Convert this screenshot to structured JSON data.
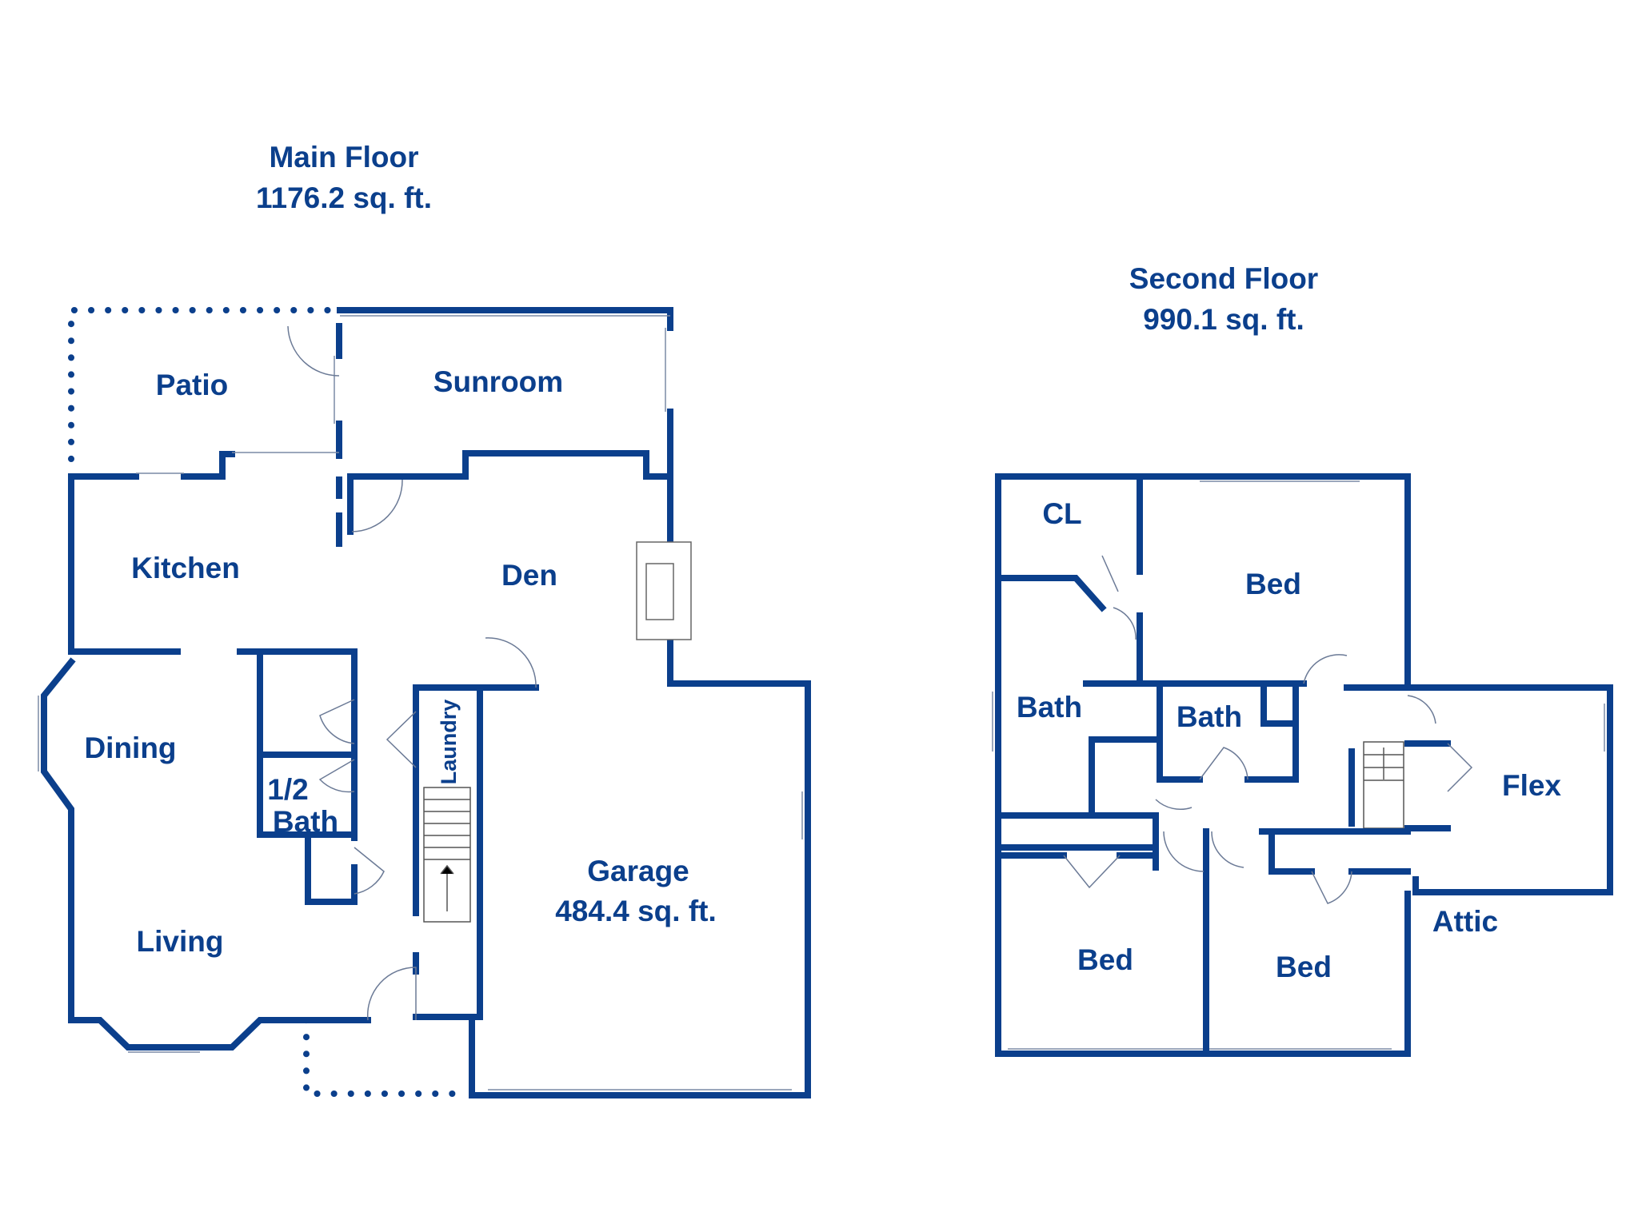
{
  "main_floor": {
    "title": "Main Floor",
    "area": "1176.2 sq. ft.",
    "rooms": {
      "patio": "Patio",
      "sunroom": "Sunroom",
      "kitchen": "Kitchen",
      "den": "Den",
      "dining": "Dining",
      "half_bath_line1": "1/2",
      "half_bath_line2": "Bath",
      "laundry": "Laundry",
      "living": "Living",
      "garage": "Garage",
      "garage_area": "484.4 sq. ft."
    }
  },
  "second_floor": {
    "title": "Second Floor",
    "area": "990.1 sq. ft.",
    "rooms": {
      "closet": "CL",
      "bed_top": "Bed",
      "bath_left": "Bath",
      "bath_center": "Bath",
      "flex": "Flex",
      "attic": "Attic",
      "bed_bottom_left": "Bed",
      "bed_bottom_right": "Bed"
    }
  },
  "colors": {
    "wall": "#0b3f8c",
    "label": "#0b3f8c",
    "background": "#ffffff"
  }
}
